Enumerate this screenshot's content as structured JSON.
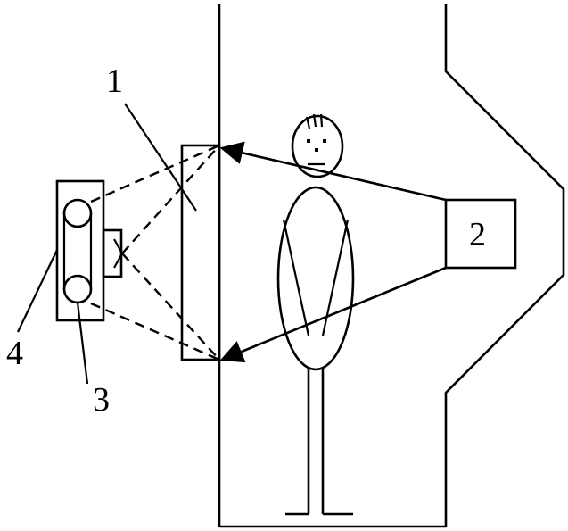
{
  "labels": {
    "item_1": "1",
    "item_2": "2",
    "item_3": "3",
    "item_4": "4"
  },
  "colors": {
    "stroke": "#000000",
    "background": "#ffffff"
  }
}
